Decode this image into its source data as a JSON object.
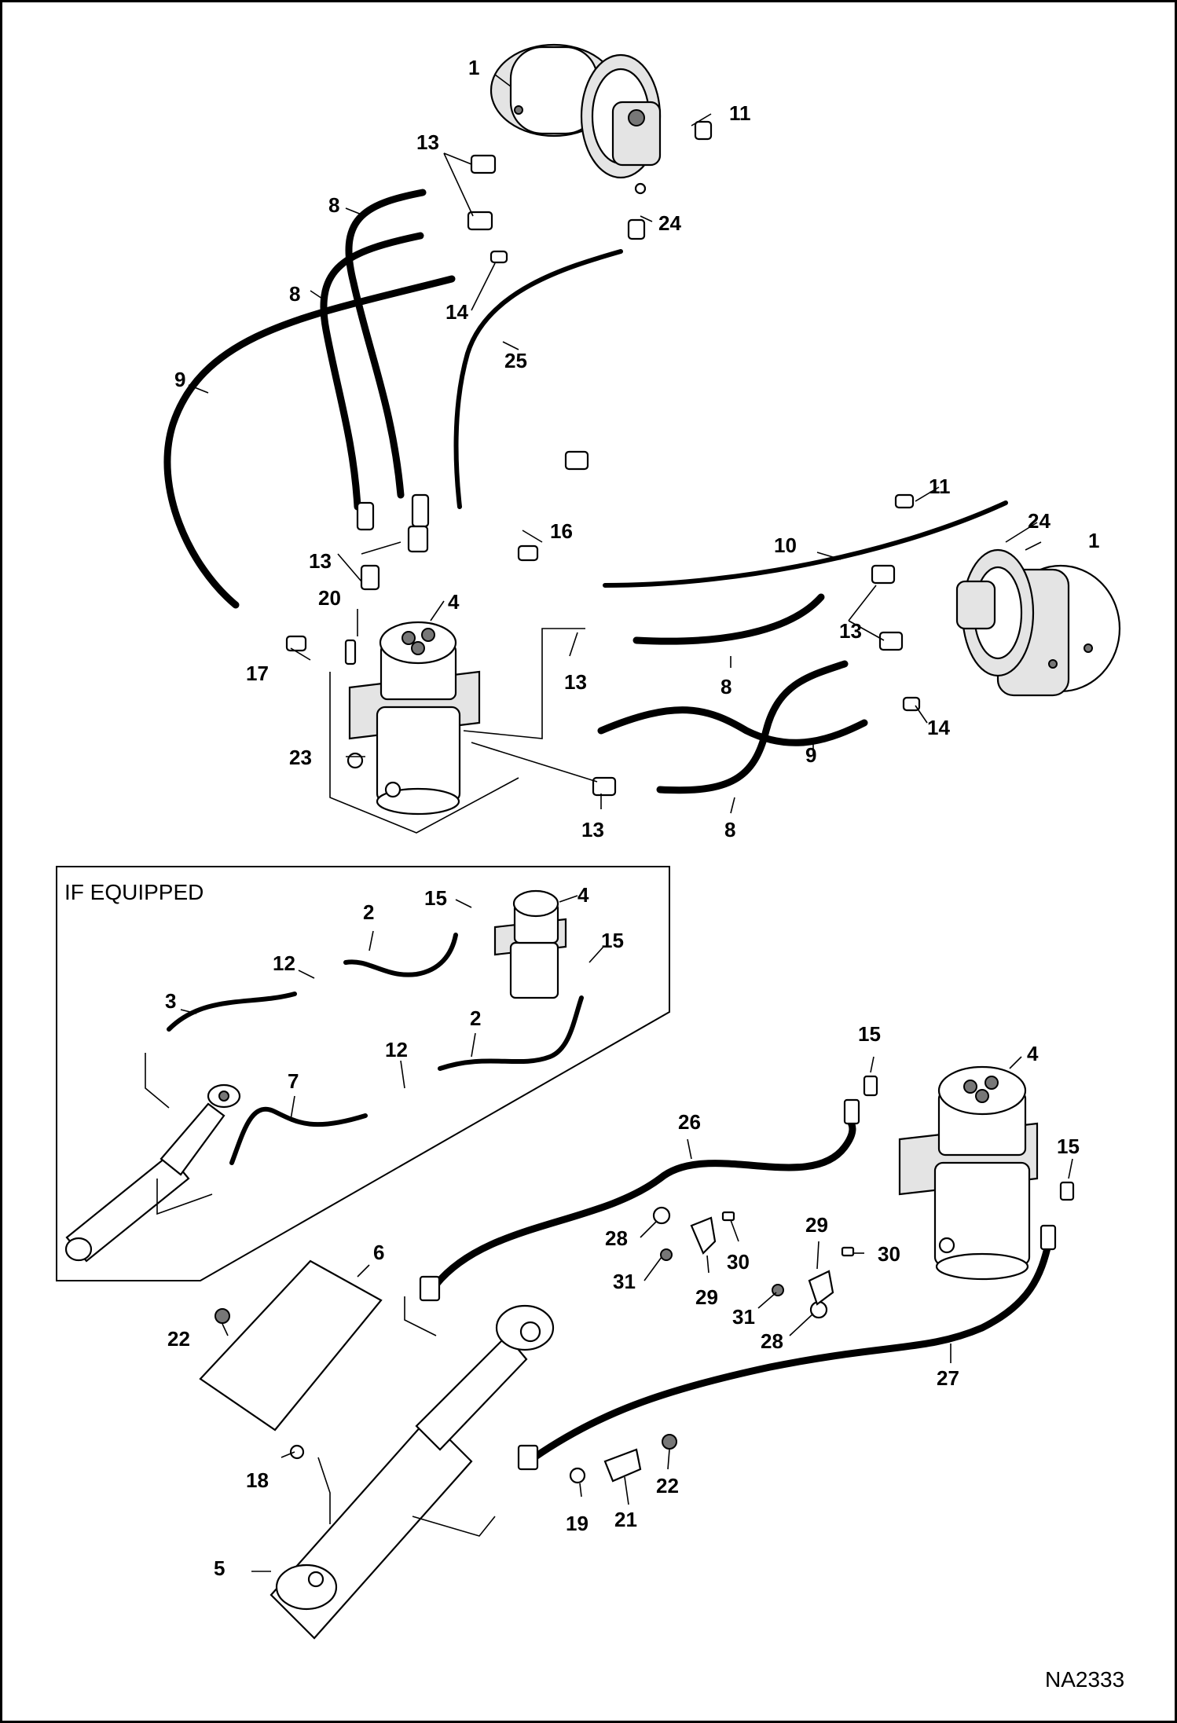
{
  "diagram": {
    "figure_id": "NA2333",
    "inset_title": "IF EQUIPPED",
    "callouts": {
      "c1a": "1",
      "c1b": "1",
      "c2a": "2",
      "c2b": "2",
      "c3": "3",
      "c4a": "4",
      "c4b": "4",
      "c4c": "4",
      "c5": "5",
      "c6": "6",
      "c7": "7",
      "c8a": "8",
      "c8b": "8",
      "c8c": "8",
      "c8d": "8",
      "c9a": "9",
      "c9b": "9",
      "c10": "10",
      "c11a": "11",
      "c11b": "11",
      "c12a": "12",
      "c12b": "12",
      "c13a": "13",
      "c13b": "13",
      "c13c": "13",
      "c13d": "13",
      "c13e": "13",
      "c14a": "14",
      "c14b": "14",
      "c15a": "15",
      "c15b": "15",
      "c15c": "15",
      "c15d": "15",
      "c16": "16",
      "c17": "17",
      "c18": "18",
      "c19": "19",
      "c20": "20",
      "c21": "21",
      "c22a": "22",
      "c22b": "22",
      "c23": "23",
      "c24a": "24",
      "c24b": "24",
      "c25": "25",
      "c26": "26",
      "c27": "27",
      "c28a": "28",
      "c28b": "28",
      "c29a": "29",
      "c29b": "29",
      "c30a": "30",
      "c30b": "30",
      "c31a": "31",
      "c31b": "31"
    }
  }
}
